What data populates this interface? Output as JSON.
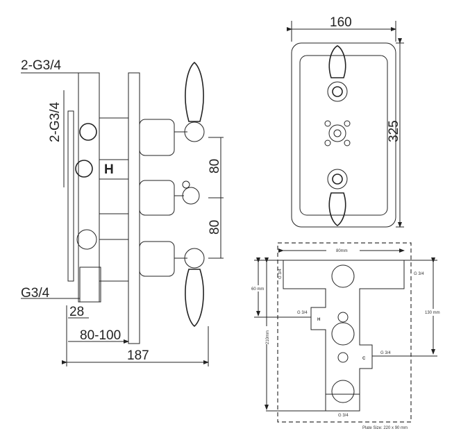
{
  "side_view": {
    "inlet_top_label": "2-G3/4",
    "inlet_side_label": "2-G3/4",
    "outlet_label": "G3/4",
    "hot_marker": "H",
    "dim_28": "28",
    "dim_depth": "80-100",
    "dim_total": "187",
    "dim_spacing_upper": "80",
    "dim_spacing_lower": "80"
  },
  "front_view": {
    "width": "160",
    "height": "325"
  },
  "plate_diagram": {
    "width_label": "80mm",
    "top_offset_label": "60 mm",
    "total_height_label": "210mm",
    "right_offset_label": "130 mm",
    "port_top_label": "G 3/4",
    "port_top_right_label": "G 3/4",
    "port_hot_label": "G 3/4",
    "port_cold_label": "G 3/4",
    "port_bottom_label": "G 3/4",
    "hot_marker": "H",
    "cold_marker": "C",
    "plate_size": "Plate Size: 220 x 90 mm"
  }
}
